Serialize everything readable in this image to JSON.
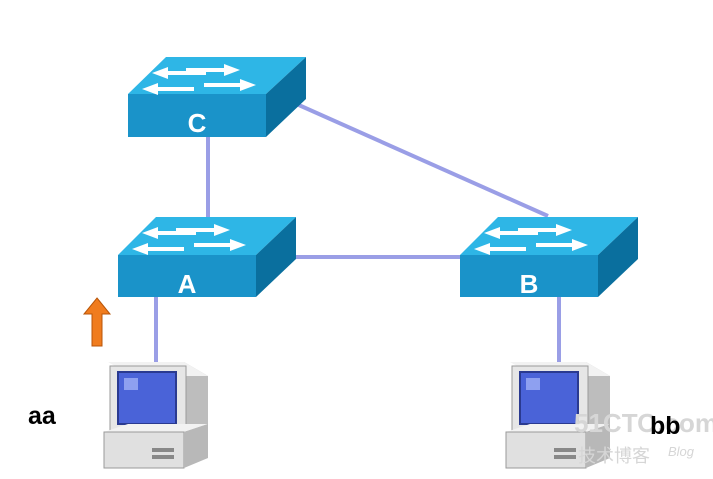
{
  "switches": {
    "c": {
      "label": "C"
    },
    "a": {
      "label": "A"
    },
    "b": {
      "label": "B"
    }
  },
  "hosts": {
    "aa": {
      "label": "aa"
    },
    "bb": {
      "label": "bb"
    }
  },
  "watermark": {
    "main": "51CTO.com",
    "sub": "技术博客",
    "blog": "Blog"
  },
  "colors": {
    "switch_front": "#1a93c9",
    "switch_top": "#2eb6e6",
    "switch_side": "#0a6f9e",
    "link": "#9a9ee6",
    "arrow": "#f07c1e",
    "pc_body": "#e6e6e6",
    "pc_screen": "#4a63d8"
  }
}
